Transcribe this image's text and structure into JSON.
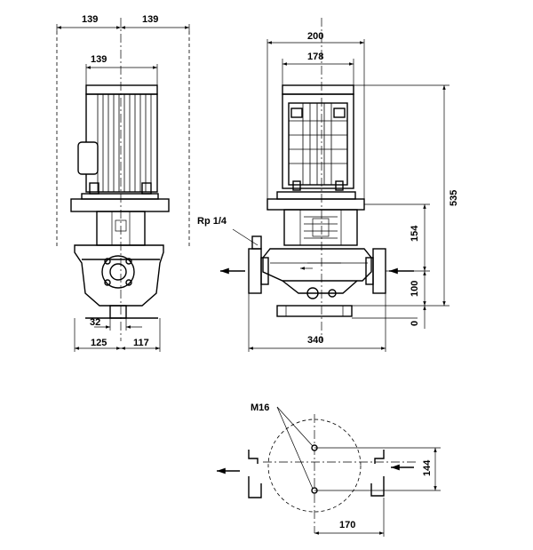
{
  "dimensions": {
    "side_left_half": "139",
    "side_right_half": "139",
    "side_motor_half": "139",
    "side_pipe": "32",
    "side_base_left": "125",
    "side_base_right": "117",
    "front_total_width": "200",
    "front_motor_width": "178",
    "front_port_height": "154",
    "front_base_height": "100",
    "front_zero": "0",
    "front_total_height": "535",
    "front_flange_length": "340",
    "front_gauge_label": "Rp 1/4",
    "plan_bolt_label": "M16",
    "plan_bolt_spacing": "144",
    "plan_bolt_offset": "170"
  }
}
